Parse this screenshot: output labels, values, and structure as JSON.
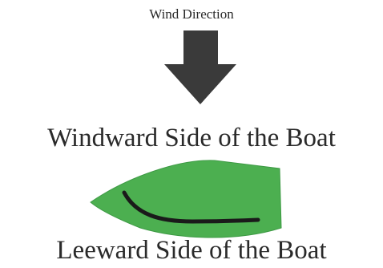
{
  "labels": {
    "wind_direction": "Wind Direction",
    "windward": "Windward Side of the Boat",
    "leeward": "Leeward Side of the Boat"
  },
  "colors": {
    "arrow": "#3a3a3a",
    "hull": "#4caf50",
    "hull_edge": "#3e9a45",
    "sail_line": "#1a1a1a",
    "text": "#2a2a2a"
  },
  "icons": {
    "wind_arrow": "down-arrow-icon",
    "boat": "boat-hull-icon"
  }
}
